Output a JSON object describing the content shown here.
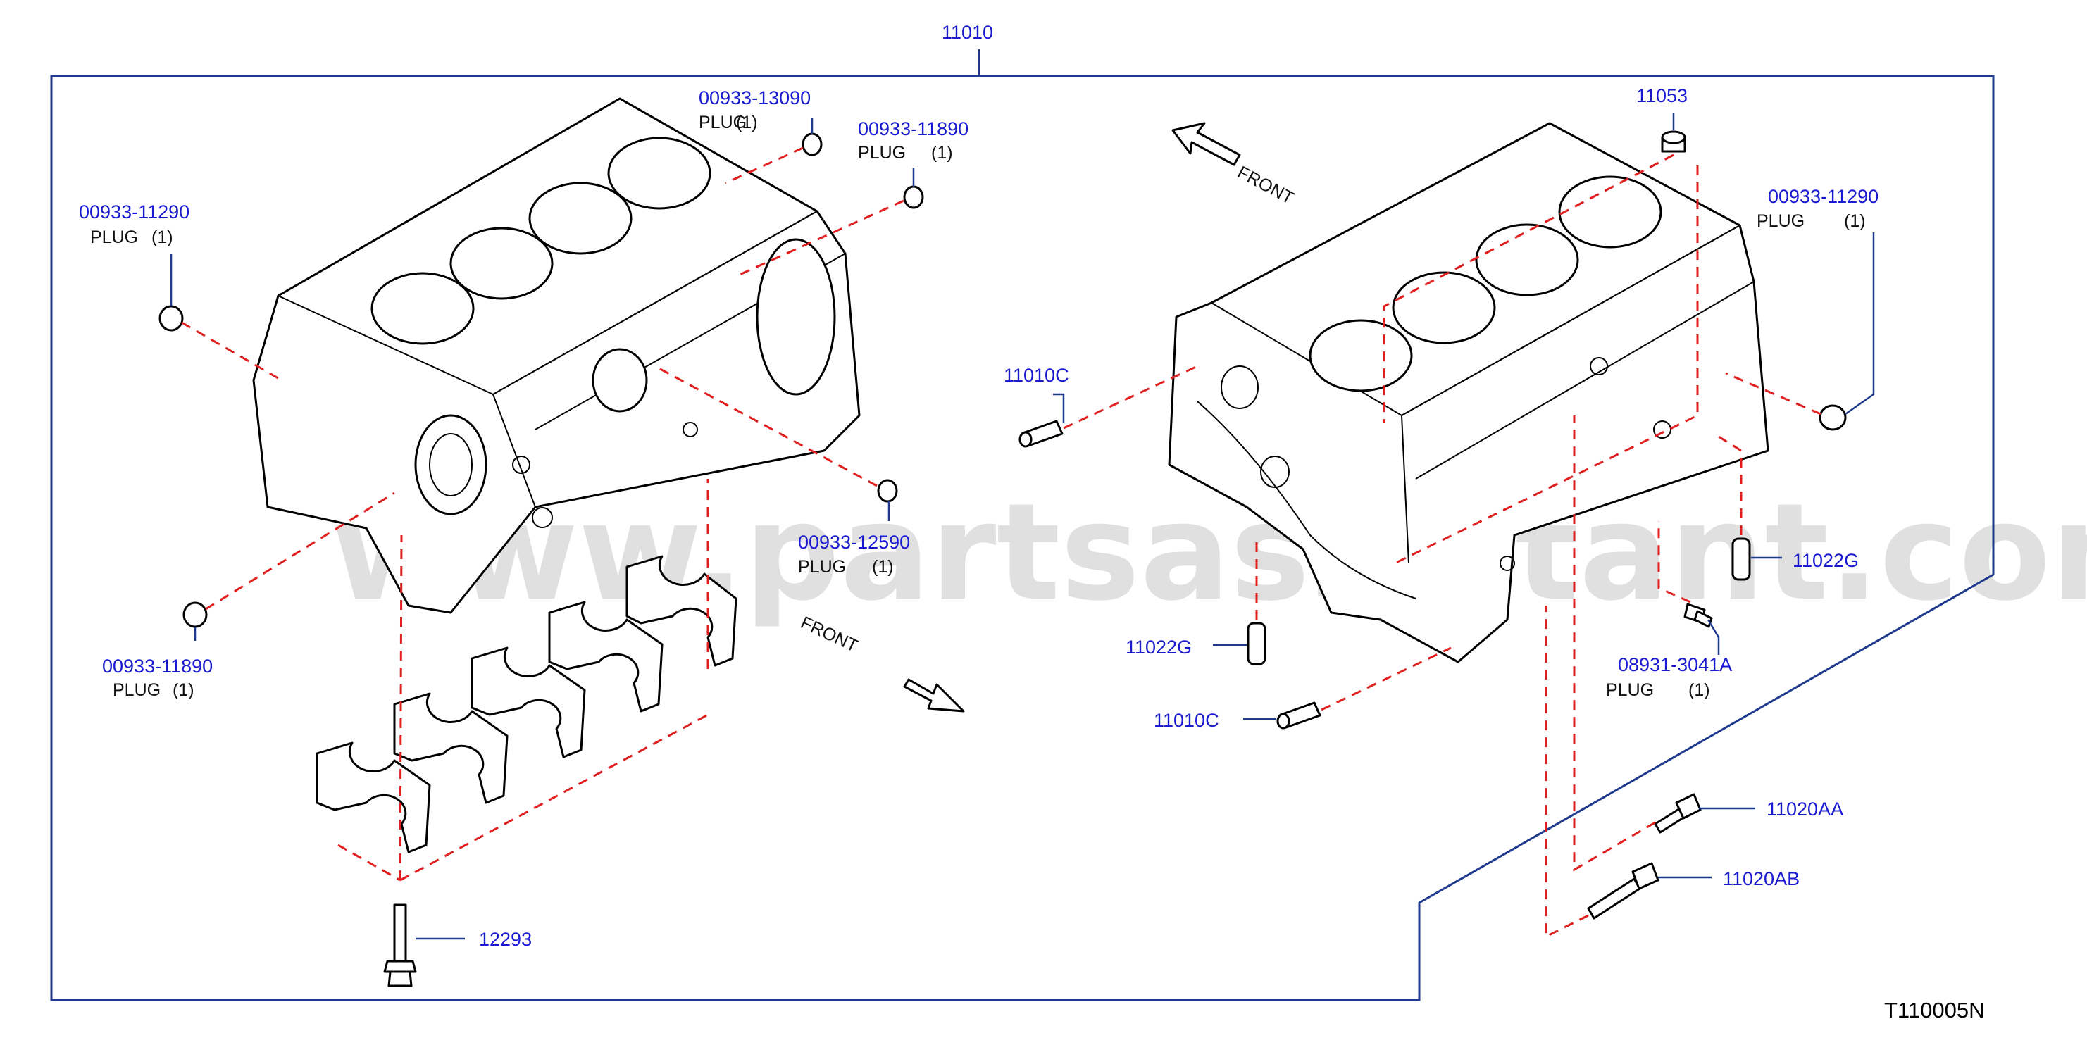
{
  "assembly": {
    "part_no": "11010"
  },
  "callouts": {
    "plug_13090": {
      "part_no": "00933-13090",
      "name": "PLUG",
      "qty": "(1)"
    },
    "plug_11890_top": {
      "part_no": "00933-11890",
      "name": "PLUG",
      "qty": "(1)"
    },
    "plug_11290_left": {
      "part_no": "00933-11290",
      "name": "PLUG",
      "qty": "(1)"
    },
    "plug_12590": {
      "part_no": "00933-12590",
      "name": "PLUG",
      "qty": "(1)"
    },
    "plug_11890_bottom": {
      "part_no": "00933-11890",
      "name": "PLUG",
      "qty": "(1)"
    },
    "part_12293": {
      "part_no": "12293"
    },
    "part_11053": {
      "part_no": "11053"
    },
    "plug_11290_right": {
      "part_no": "00933-11290",
      "name": "PLUG",
      "qty": "(1)"
    },
    "dowel_11010c_top": {
      "part_no": "11010C"
    },
    "dowel_11022g_right": {
      "part_no": "11022G"
    },
    "dowel_11022g_left": {
      "part_no": "11022G"
    },
    "plug_3041a": {
      "part_no": "08931-3041A",
      "name": "PLUG",
      "qty": "(1)"
    },
    "dowel_11010c_bottom": {
      "part_no": "11010C"
    },
    "bolt_11020aa": {
      "part_no": "11020AA"
    },
    "bolt_11020ab": {
      "part_no": "11020AB"
    }
  },
  "directions": {
    "front_top": "FRONT",
    "front_bottom": "FRONT"
  },
  "watermark": "www.partsassistant.com",
  "diagram_code": "T110005N",
  "colors": {
    "callout_text": "#1a1ad0",
    "frame_line": "#1f3a8c",
    "dashed_leader": "#e02020"
  }
}
